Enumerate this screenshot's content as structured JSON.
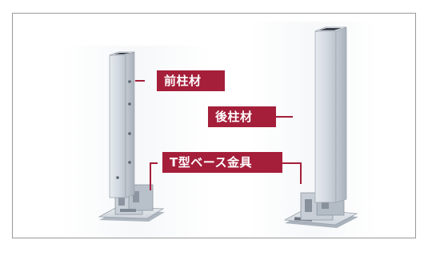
{
  "labels": {
    "front_post": "前柱材",
    "rear_post": "後柱材",
    "base_fitting": "T型ベース金具"
  },
  "colors": {
    "label_background": "#a51f3a",
    "label_text": "#ffffff",
    "frame_border": "#9a9a9a",
    "metal_light": "#dde2e8",
    "metal_mid": "#c3cad2",
    "metal_dark": "#9ea6b0"
  }
}
